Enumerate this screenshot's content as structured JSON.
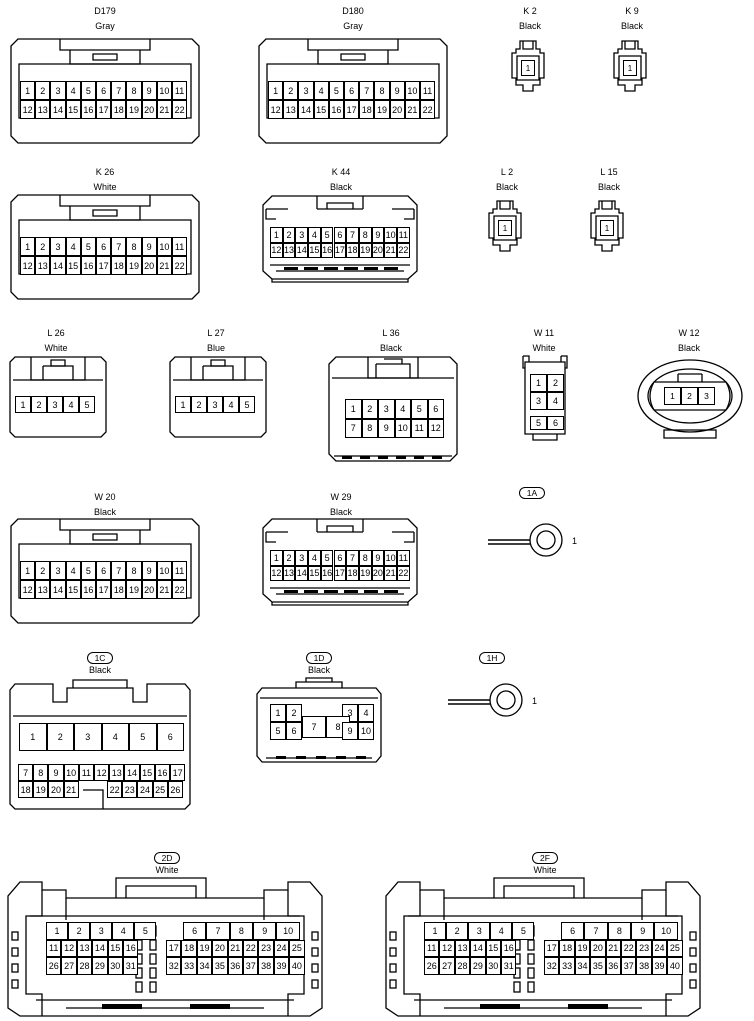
{
  "connectors": [
    {
      "id": "d179",
      "name": "D179",
      "color": "Gray",
      "style": "plain",
      "rows": [
        [
          "1",
          "2",
          "3",
          "4",
          "5",
          "6",
          "7",
          "8",
          "9",
          "10",
          "11"
        ],
        [
          "12",
          "13",
          "14",
          "15",
          "16",
          "17",
          "18",
          "19",
          "20",
          "21",
          "22"
        ]
      ]
    },
    {
      "id": "d180",
      "name": "D180",
      "color": "Gray",
      "style": "plain",
      "rows": [
        [
          "1",
          "2",
          "3",
          "4",
          "5",
          "6",
          "7",
          "8",
          "9",
          "10",
          "11"
        ],
        [
          "12",
          "13",
          "14",
          "15",
          "16",
          "17",
          "18",
          "19",
          "20",
          "21",
          "22"
        ]
      ]
    },
    {
      "id": "k2",
      "name": "K 2",
      "color": "Black",
      "style": "plain",
      "rows": [
        [
          "1"
        ]
      ]
    },
    {
      "id": "k9",
      "name": "K 9",
      "color": "Black",
      "style": "plain",
      "rows": [
        [
          "1"
        ]
      ]
    },
    {
      "id": "k26",
      "name": "K 26",
      "color": "White",
      "style": "plain",
      "rows": [
        [
          "1",
          "2",
          "3",
          "4",
          "5",
          "6",
          "7",
          "8",
          "9",
          "10",
          "11"
        ],
        [
          "12",
          "13",
          "14",
          "15",
          "16",
          "17",
          "18",
          "19",
          "20",
          "21",
          "22"
        ]
      ]
    },
    {
      "id": "k44",
      "name": "K 44",
      "color": "Black",
      "style": "plain",
      "rows": [
        [
          "1",
          "2",
          "3",
          "4",
          "5",
          "6",
          "7",
          "8",
          "9",
          "10",
          "11"
        ],
        [
          "12",
          "13",
          "14",
          "15",
          "16",
          "17",
          "18",
          "19",
          "20",
          "21",
          "22"
        ]
      ]
    },
    {
      "id": "l2",
      "name": "L 2",
      "color": "Black",
      "style": "plain",
      "rows": [
        [
          "1"
        ]
      ]
    },
    {
      "id": "l15",
      "name": "L 15",
      "color": "Black",
      "style": "plain",
      "rows": [
        [
          "1"
        ]
      ]
    },
    {
      "id": "l26",
      "name": "L 26",
      "color": "White",
      "style": "plain",
      "rows": [
        [
          "1",
          "2",
          "3",
          "4",
          "5"
        ]
      ]
    },
    {
      "id": "l27",
      "name": "L 27",
      "color": "Blue",
      "style": "plain",
      "rows": [
        [
          "1",
          "2",
          "3",
          "4",
          "5"
        ]
      ]
    },
    {
      "id": "l36",
      "name": "L 36",
      "color": "Black",
      "style": "plain",
      "rows": [
        [
          "1",
          "2",
          "3",
          "4",
          "5",
          "6"
        ],
        [
          "7",
          "8",
          "9",
          "10",
          "11",
          "12"
        ]
      ]
    },
    {
      "id": "w11",
      "name": "W 11",
      "color": "White",
      "style": "plain",
      "rows": [
        [
          "1",
          "2"
        ],
        [
          "3",
          "4"
        ],
        [
          "5",
          "6"
        ]
      ]
    },
    {
      "id": "w12",
      "name": "W 12",
      "color": "Black",
      "style": "plain",
      "rows": [
        [
          "1",
          "2",
          "3"
        ]
      ]
    },
    {
      "id": "w20",
      "name": "W 20",
      "color": "Black",
      "style": "plain",
      "rows": [
        [
          "1",
          "2",
          "3",
          "4",
          "5",
          "6",
          "7",
          "8",
          "9",
          "10",
          "11"
        ],
        [
          "12",
          "13",
          "14",
          "15",
          "16",
          "17",
          "18",
          "19",
          "20",
          "21",
          "22"
        ]
      ]
    },
    {
      "id": "w29",
      "name": "W 29",
      "color": "Black",
      "style": "plain",
      "rows": [
        [
          "1",
          "2",
          "3",
          "4",
          "5",
          "6",
          "7",
          "8",
          "9",
          "10",
          "11"
        ],
        [
          "12",
          "13",
          "14",
          "15",
          "16",
          "17",
          "18",
          "19",
          "20",
          "21",
          "22"
        ]
      ]
    },
    {
      "id": "1a",
      "name": "1A",
      "color": "",
      "style": "pill",
      "rows": [
        [
          "1"
        ]
      ]
    },
    {
      "id": "1c",
      "name": "1C",
      "color": "Black",
      "style": "pill",
      "rows": [
        [
          "1",
          "2",
          "3",
          "4",
          "5",
          "6"
        ],
        [
          "7",
          "8",
          "9",
          "10",
          "11",
          "12",
          "13",
          "14",
          "15",
          "16",
          "17"
        ],
        [
          "18",
          "19",
          "20",
          "21",
          "22",
          "23",
          "24",
          "25",
          "26"
        ]
      ]
    },
    {
      "id": "1d",
      "name": "1D",
      "color": "Black",
      "style": "pill",
      "rows": [
        [
          "1",
          "2",
          "3",
          "4"
        ],
        [
          "5",
          "6",
          "7",
          "8",
          "9",
          "10"
        ]
      ]
    },
    {
      "id": "1h",
      "name": "1H",
      "color": "",
      "style": "pill",
      "rows": [
        [
          "1"
        ]
      ]
    },
    {
      "id": "2d",
      "name": "2D",
      "color": "White",
      "style": "pill",
      "rows": [
        [
          "1",
          "2",
          "3",
          "4",
          "5",
          "6",
          "7",
          "8",
          "9",
          "10"
        ],
        [
          "11",
          "12",
          "13",
          "14",
          "15",
          "16",
          "17",
          "18",
          "19",
          "20",
          "21",
          "22",
          "23",
          "24",
          "25"
        ],
        [
          "26",
          "27",
          "28",
          "29",
          "30",
          "31",
          "32",
          "33",
          "34",
          "35",
          "36",
          "37",
          "38",
          "39",
          "40"
        ]
      ]
    },
    {
      "id": "2f",
      "name": "2F",
      "color": "White",
      "style": "pill",
      "rows": [
        [
          "1",
          "2",
          "3",
          "4",
          "5",
          "6",
          "7",
          "8",
          "9",
          "10"
        ],
        [
          "11",
          "12",
          "13",
          "14",
          "15",
          "16",
          "17",
          "18",
          "19",
          "20",
          "21",
          "22",
          "23",
          "24",
          "25"
        ],
        [
          "26",
          "27",
          "28",
          "29",
          "30",
          "31",
          "32",
          "33",
          "34",
          "35",
          "36",
          "37",
          "38",
          "39",
          "40"
        ]
      ]
    }
  ]
}
